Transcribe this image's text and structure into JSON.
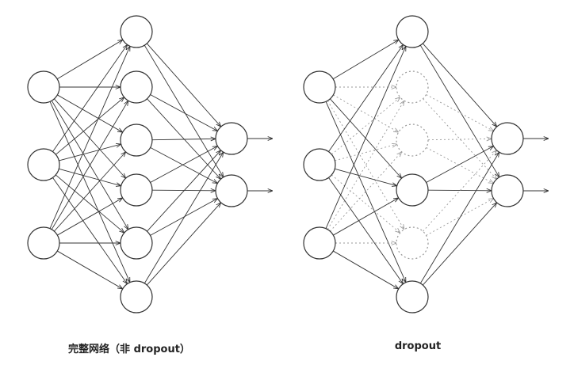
{
  "colors": {
    "stroke": "#333333",
    "dropped": "#9a9a9a",
    "background": "#ffffff"
  },
  "networks": [
    {
      "id": "full",
      "caption": "完整网络（非 dropout）",
      "layers": [
        3,
        6,
        2
      ],
      "dropped_hidden": []
    },
    {
      "id": "dropout",
      "caption": "dropout",
      "layers": [
        3,
        6,
        2
      ],
      "dropped_hidden": [
        1,
        2,
        4
      ]
    }
  ]
}
